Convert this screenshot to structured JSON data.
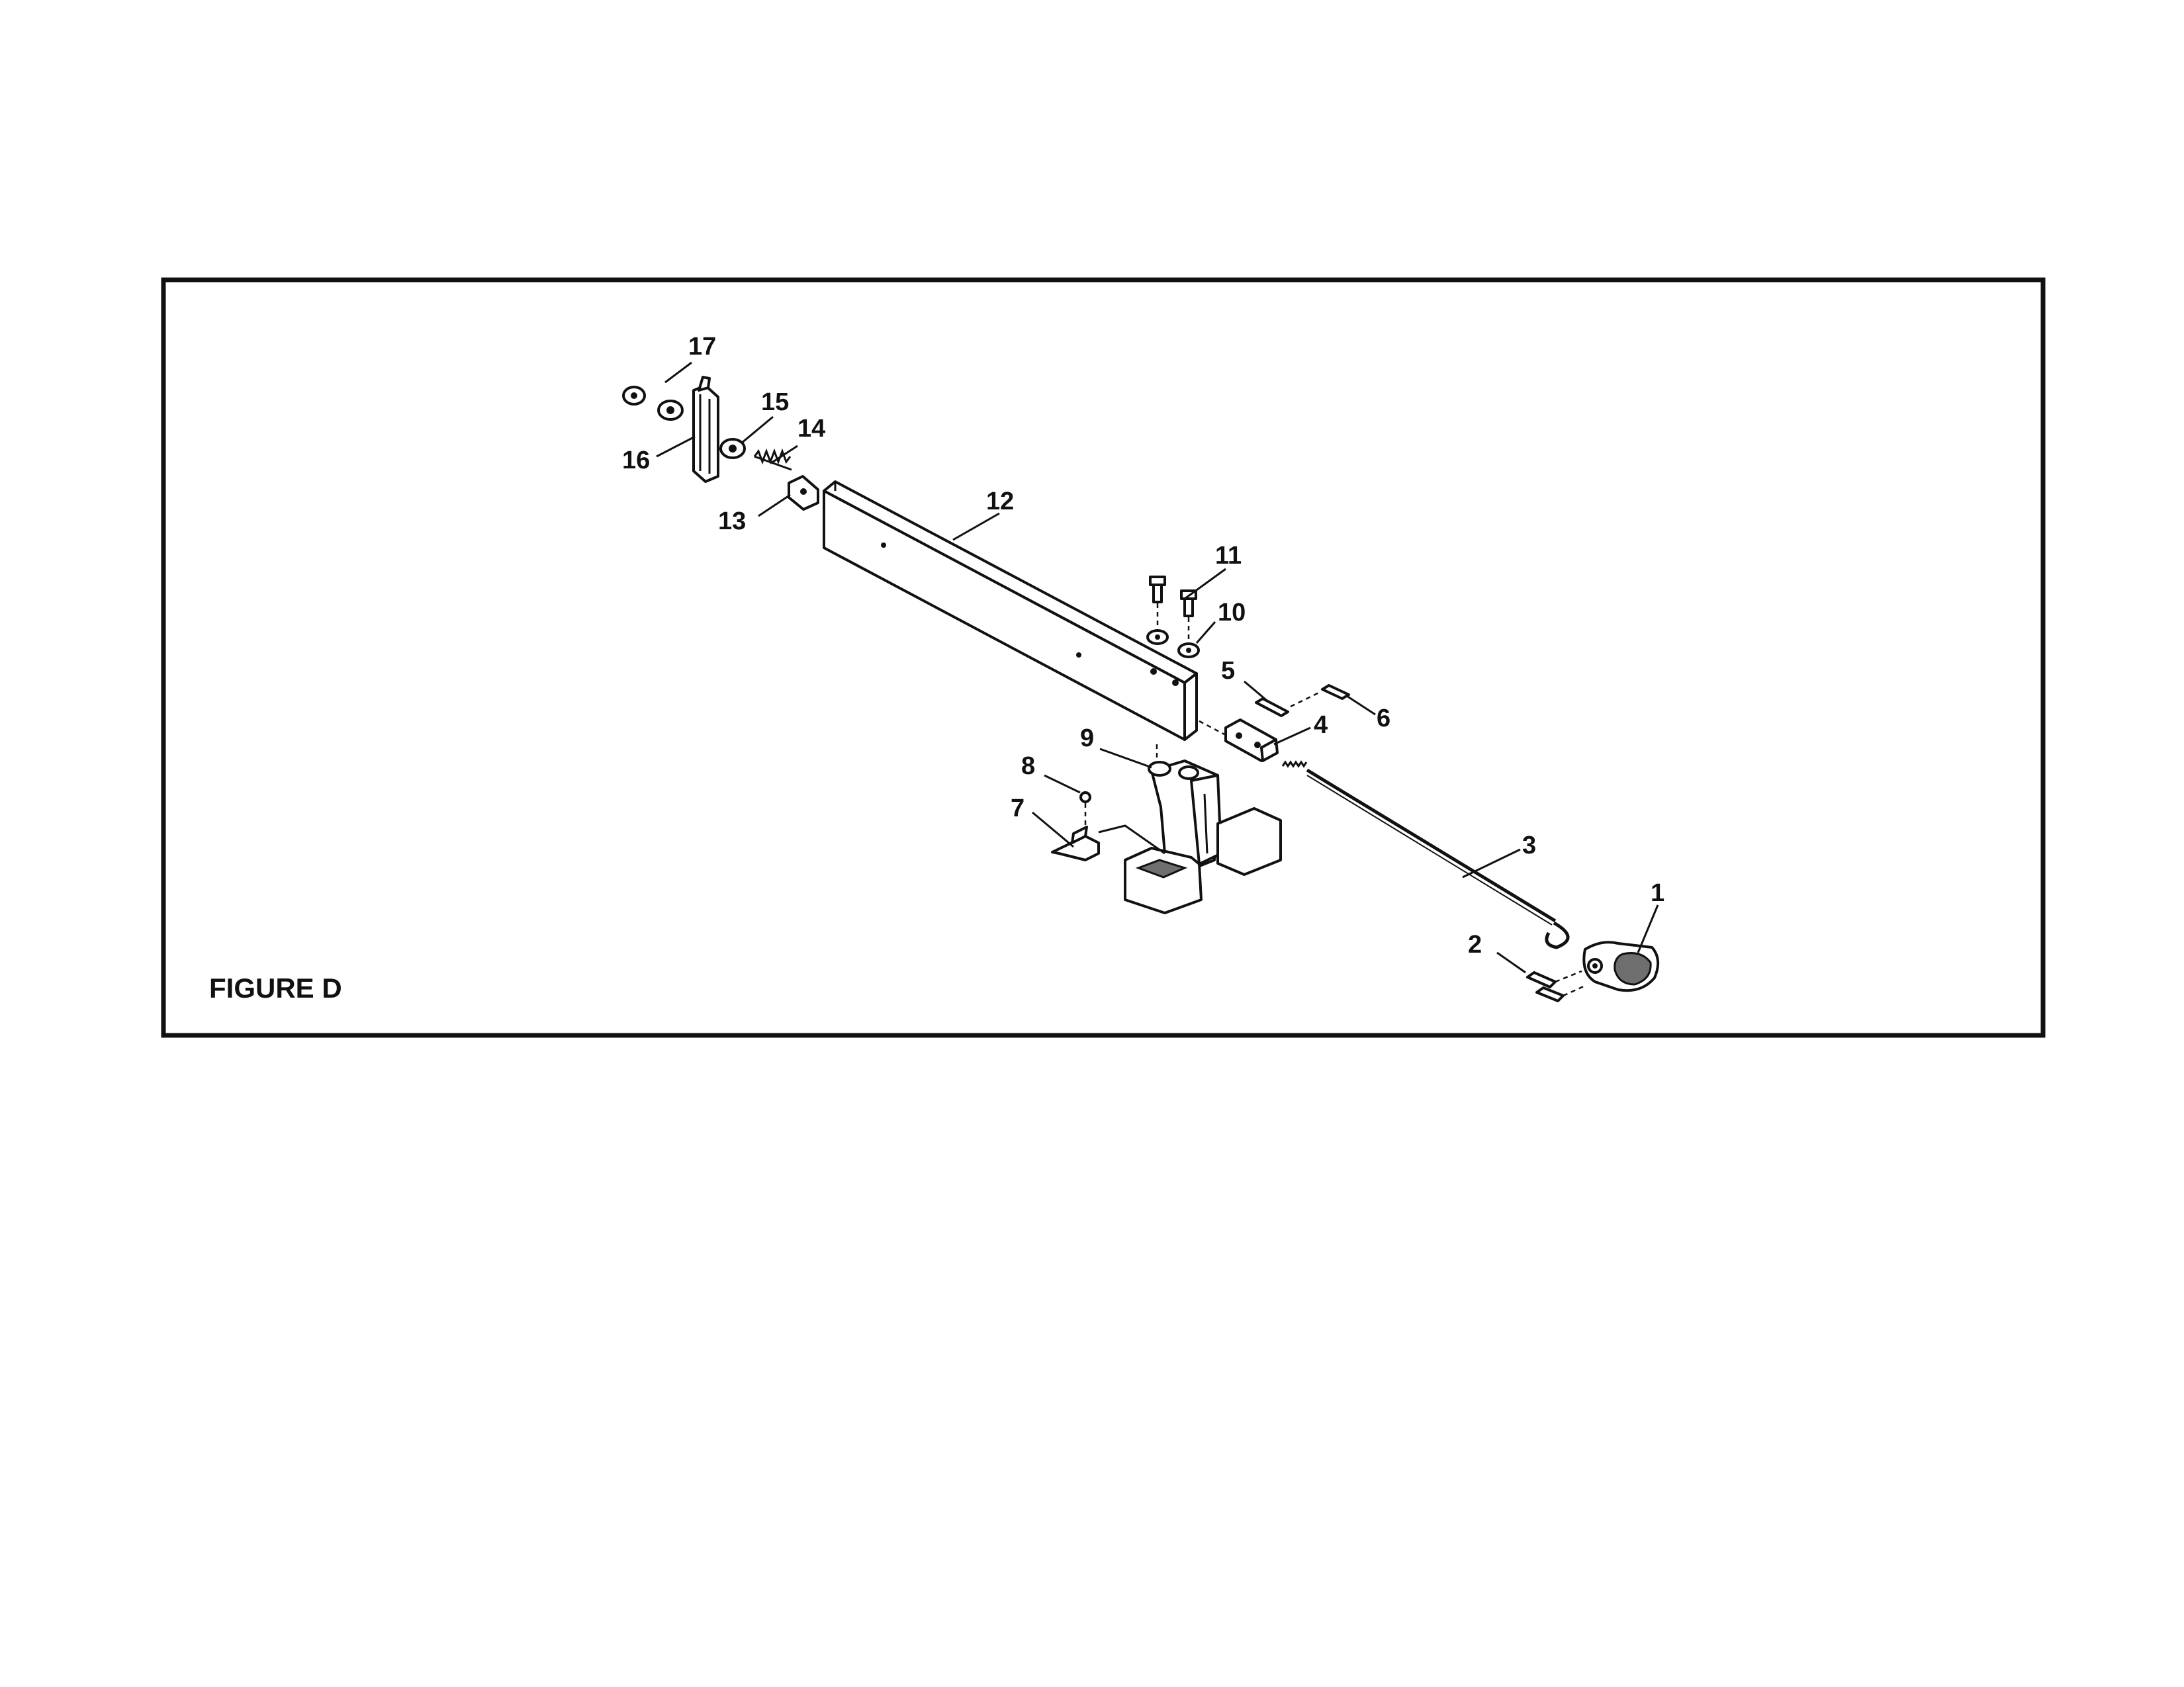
{
  "figure": {
    "title": "FIGURE D"
  },
  "callouts": [
    {
      "id": "1",
      "text": "1"
    },
    {
      "id": "2",
      "text": "2"
    },
    {
      "id": "3",
      "text": "3"
    },
    {
      "id": "4",
      "text": "4"
    },
    {
      "id": "5",
      "text": "5"
    },
    {
      "id": "6",
      "text": "6"
    },
    {
      "id": "7",
      "text": "7"
    },
    {
      "id": "8",
      "text": "8"
    },
    {
      "id": "9",
      "text": "9"
    },
    {
      "id": "10",
      "text": "10"
    },
    {
      "id": "11",
      "text": "11"
    },
    {
      "id": "12",
      "text": "12"
    },
    {
      "id": "13",
      "text": "13"
    },
    {
      "id": "14",
      "text": "14"
    },
    {
      "id": "15",
      "text": "15"
    },
    {
      "id": "16",
      "text": "16"
    },
    {
      "id": "17",
      "text": "17"
    }
  ]
}
